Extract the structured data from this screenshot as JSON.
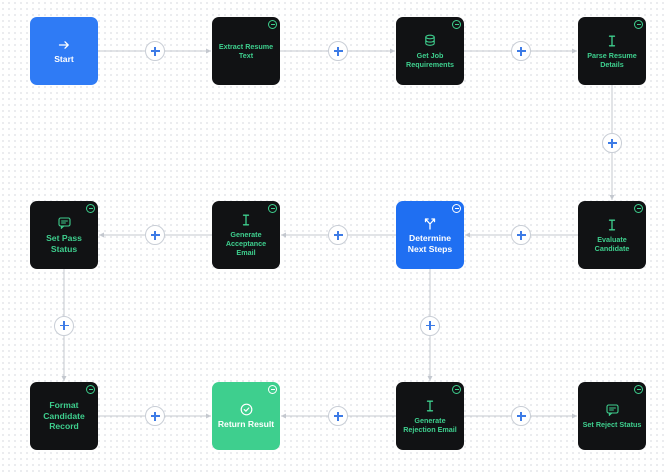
{
  "nodes": [
    {
      "id": "start",
      "label": "Start",
      "icon": "arrow-right-icon",
      "style": "start"
    },
    {
      "id": "extract",
      "label": "Extract Resume Text",
      "icon": "",
      "style": "step"
    },
    {
      "id": "getjob",
      "label": "Get Job Requirements",
      "icon": "database-icon",
      "style": "step"
    },
    {
      "id": "parse",
      "label": "Parse Resume Details",
      "icon": "text-cursor-icon",
      "style": "step"
    },
    {
      "id": "evaluate",
      "label": "Evaluate Candidate",
      "icon": "text-cursor-icon",
      "style": "step"
    },
    {
      "id": "determine",
      "label": "Determine Next Steps",
      "icon": "branch-icon",
      "style": "decision"
    },
    {
      "id": "genaccept",
      "label": "Generate Acceptance Email",
      "icon": "text-cursor-icon",
      "style": "step"
    },
    {
      "id": "setpass",
      "label": "Set Pass Status",
      "icon": "message-icon",
      "style": "step-big"
    },
    {
      "id": "format",
      "label": "Format Candidate Record",
      "icon": "",
      "style": "step-big"
    },
    {
      "id": "return",
      "label": "Return Result",
      "icon": "check-circle-icon",
      "style": "result"
    },
    {
      "id": "genreject",
      "label": "Generate Rejection Email",
      "icon": "text-cursor-icon",
      "style": "step"
    },
    {
      "id": "setreject",
      "label": "Set Reject Status",
      "icon": "message-icon",
      "style": "step"
    }
  ],
  "edges": [
    [
      "start",
      "extract"
    ],
    [
      "extract",
      "getjob"
    ],
    [
      "getjob",
      "parse"
    ],
    [
      "parse",
      "evaluate"
    ],
    [
      "evaluate",
      "determine"
    ],
    [
      "determine",
      "genaccept"
    ],
    [
      "genaccept",
      "setpass"
    ],
    [
      "setpass",
      "format"
    ],
    [
      "format",
      "return"
    ],
    [
      "determine",
      "genreject"
    ],
    [
      "genreject",
      "return"
    ],
    [
      "genreject",
      "setreject"
    ]
  ],
  "colors": {
    "accent_green": "#3ecf8e",
    "node_dark": "#111214",
    "start_blue": "#2f7bf5",
    "decision_blue": "#1f6ff2",
    "add_blue": "#3d7be6",
    "edge": "#c4c8cf"
  }
}
